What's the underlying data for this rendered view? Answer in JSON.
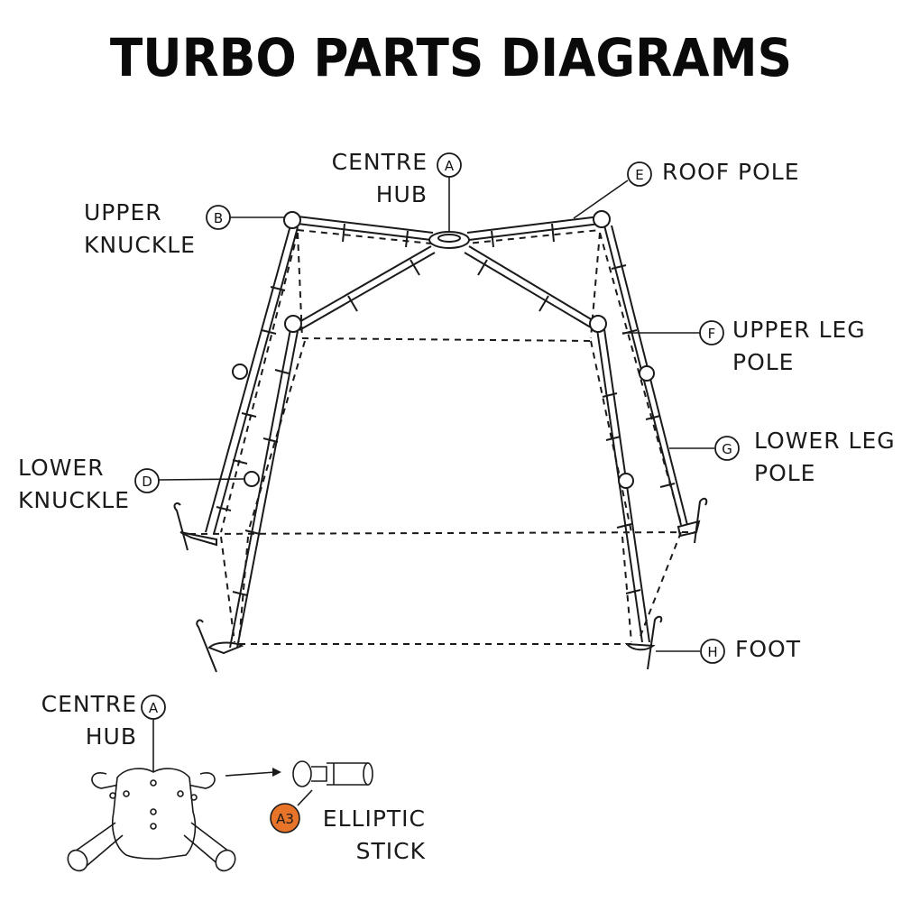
{
  "title": "TURBO PARTS DIAGRAMS",
  "callouts": [
    {
      "id": "A",
      "label_lines": [
        "CENTRE",
        "HUB"
      ]
    },
    {
      "id": "B",
      "label_lines": [
        "UPPER",
        "KNUCKLE"
      ]
    },
    {
      "id": "D",
      "label_lines": [
        "LOWER",
        "KNUCKLE"
      ]
    },
    {
      "id": "E",
      "label_lines": [
        "ROOF POLE"
      ]
    },
    {
      "id": "F",
      "label_lines": [
        "UPPER LEG",
        "POLE"
      ]
    },
    {
      "id": "G",
      "label_lines": [
        "LOWER LEG",
        "POLE"
      ]
    },
    {
      "id": "H",
      "label_lines": [
        "FOOT"
      ]
    }
  ],
  "detail": {
    "hub": {
      "id": "A",
      "label_lines": [
        "CENTRE",
        "HUB"
      ]
    },
    "part": {
      "id": "A3",
      "label_lines": [
        "ELLIPTIC",
        "STICK"
      ],
      "badge_color": "#e8742a"
    }
  }
}
